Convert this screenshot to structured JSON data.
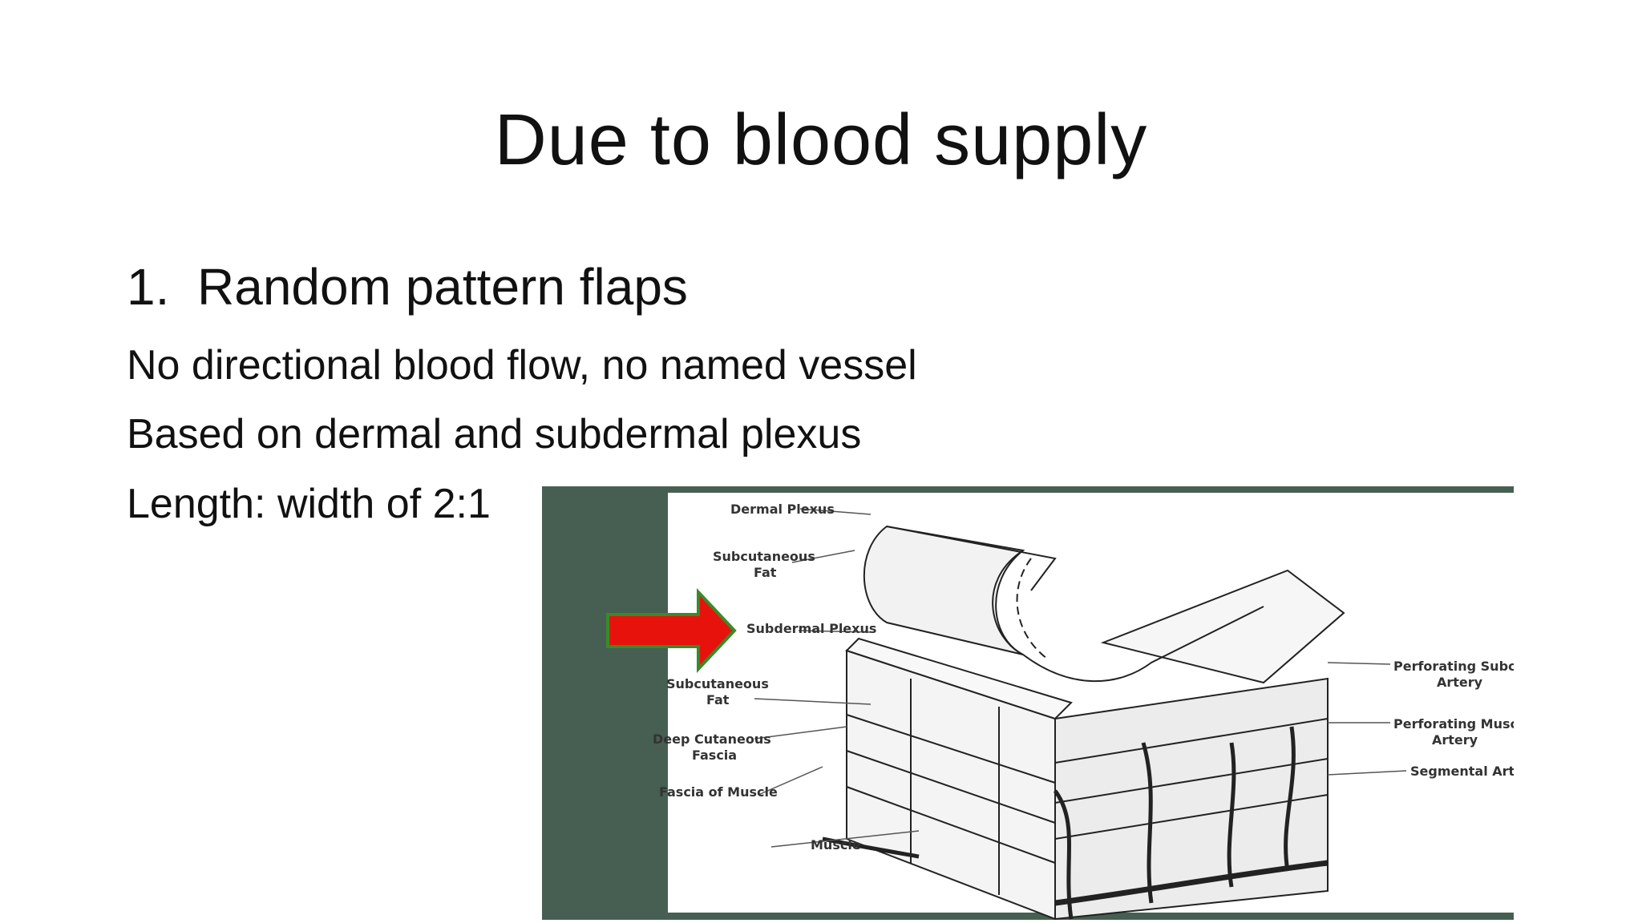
{
  "slide": {
    "title": "Due to blood supply",
    "heading": {
      "number": "1.",
      "text": "Random pattern flaps"
    },
    "lines": [
      "No directional blood flow, no named vessel",
      "Based on dermal and subdermal plexus",
      "Length: width of 2:1"
    ]
  },
  "figure": {
    "frame_color": "#465f52",
    "arrow_color": "#e8120c",
    "labels": {
      "dermal_plexus": "Dermal Plexus",
      "subcutaneous_fat_top_1": "Subcutaneous",
      "subcutaneous_fat_top_2": "Fat",
      "subdermal_plexus": "Subdermal Plexus",
      "subcutaneous_fat_left_1": "Subcutaneous",
      "subcutaneous_fat_left_2": "Fat",
      "deep_cutaneous_fascia_1": "Deep Cutaneous",
      "deep_cutaneous_fascia_2": "Fascia",
      "fascia_of_muscle": "Fascia of Muscle",
      "muscle": "Muscle",
      "perforating_subcutaneous_artery_1": "Perforating Subcutaneou",
      "perforating_subcutaneous_artery_2": "Artery",
      "perforating_muscular_artery_1": "Perforating Muscular",
      "perforating_muscular_artery_2": "Artery",
      "segmental_artery": "Segmental Artery"
    }
  }
}
